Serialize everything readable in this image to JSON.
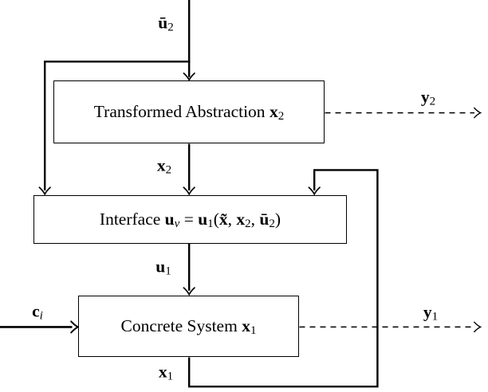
{
  "figure": {
    "type": "block-diagram",
    "colors": {
      "line": "#000000",
      "background": "#ffffff"
    },
    "boxes": {
      "transformed_abstraction": {
        "runs": [
          {
            "t": "Transformed Abstraction "
          },
          {
            "t": "x",
            "b": true
          },
          {
            "t": "2",
            "sub": true
          }
        ]
      },
      "interface": {
        "runs": [
          {
            "t": "Interface "
          },
          {
            "t": "u",
            "b": true
          },
          {
            "t": "v",
            "sub": true,
            "i": true
          },
          {
            "t": " = "
          },
          {
            "t": "u",
            "b": true
          },
          {
            "t": "1",
            "sub": true
          },
          {
            "t": "("
          },
          {
            "t": "x̃",
            "b": true
          },
          {
            "t": ", "
          },
          {
            "t": "x",
            "b": true
          },
          {
            "t": "2",
            "sub": true
          },
          {
            "t": ", "
          },
          {
            "t": "ū",
            "b": true
          },
          {
            "t": "2",
            "sub": true
          },
          {
            "t": ")"
          }
        ]
      },
      "concrete_system": {
        "runs": [
          {
            "t": "Concrete System "
          },
          {
            "t": "x",
            "b": true
          },
          {
            "t": "1",
            "sub": true
          }
        ]
      }
    },
    "signal_labels": {
      "ubar2": {
        "runs": [
          {
            "t": "ū",
            "b": true
          },
          {
            "t": "2",
            "sub": true
          }
        ]
      },
      "x2": {
        "runs": [
          {
            "t": "x",
            "b": true
          },
          {
            "t": "2",
            "sub": true
          }
        ]
      },
      "u1": {
        "runs": [
          {
            "t": "u",
            "b": true
          },
          {
            "t": "1",
            "sub": true
          }
        ]
      },
      "y2": {
        "runs": [
          {
            "t": "y",
            "b": true
          },
          {
            "t": "2",
            "sub": true
          }
        ]
      },
      "y1": {
        "runs": [
          {
            "t": "y",
            "b": true
          },
          {
            "t": "1",
            "sub": true
          }
        ]
      },
      "ci": {
        "runs": [
          {
            "t": "c",
            "b": true
          },
          {
            "t": "i",
            "sub": true,
            "i": true
          }
        ]
      },
      "x1": {
        "runs": [
          {
            "t": "x",
            "b": true
          },
          {
            "t": "1",
            "sub": true
          }
        ]
      }
    }
  }
}
